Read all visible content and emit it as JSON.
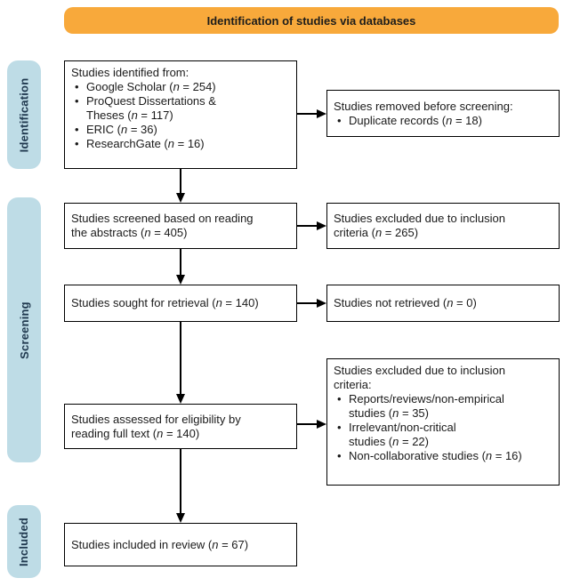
{
  "colors": {
    "banner_bg": "#F8A93B",
    "stage_bg": "#BEDCE6",
    "box_border": "#000000",
    "box_text": "#1A1A1A",
    "stage_text": "#20394F"
  },
  "banner": {
    "label": "Identification of studies via databases"
  },
  "stages": {
    "identification": "Identification",
    "screening": "Screening",
    "included": "Included"
  },
  "boxes": {
    "identified": {
      "intro": "Studies identified from:",
      "bullets": [
        "Google Scholar (n = 254)",
        "ProQuest Dissertations &\nTheses (n = 117)",
        "ERIC (n = 36)",
        "ResearchGate (n = 16)"
      ]
    },
    "removed": {
      "intro": "Studies removed before screening:",
      "bullets": [
        "Duplicate records (n = 18)"
      ]
    },
    "screened": {
      "text": "Studies screened based on reading\nthe abstracts (n = 405)"
    },
    "excluded_abstract": {
      "text": "Studies excluded due to inclusion\ncriteria (n = 265)"
    },
    "sought": {
      "text": "Studies sought for retrieval (n = 140)"
    },
    "not_retrieved": {
      "text": "Studies not retrieved (n = 0)"
    },
    "assessed": {
      "text": "Studies assessed for eligibility by\nreading full text (n = 140)"
    },
    "excluded_fulltext": {
      "intro": "Studies excluded due to inclusion\ncriteria:",
      "bullets": [
        "Reports/reviews/non-empirical\nstudies (n = 35)",
        "Irrelevant/non-critical\nstudies (n = 22)",
        "Non-collaborative studies (n = 16)"
      ]
    },
    "included": {
      "text": "Studies included in review (n = 67)"
    }
  }
}
